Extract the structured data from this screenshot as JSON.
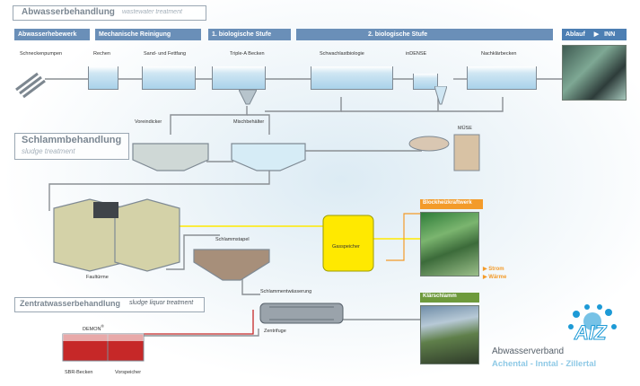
{
  "title": {
    "main": "Abwasserbehandlung",
    "sub": "wastewater treatment"
  },
  "stages": {
    "s1": "Abwasserhebewerk",
    "s2": "Mechanische Reinigung",
    "s3": "1. biologische Stufe",
    "s4": "2. biologische Stufe",
    "s5": "Ablauf",
    "s5_arrow": "▶",
    "s5_river": "INN"
  },
  "units": {
    "schneckenpumpen": "Schneckenpumpen",
    "rechen": "Rechen",
    "sandfett": "Sand- und Fettfang",
    "triplea": "Triple-A Becken",
    "schwachlast": "Schwachlastbiologie",
    "inDense": "inDENSE",
    "nachklaer": "Nachklärbecken",
    "voreindicker": "Voreindicker",
    "mischbehaelter": "Mischbehälter",
    "muese": "MÜSE",
    "schlammstapel": "Schlammstapel",
    "gasspeicher": "Gasspeicher",
    "faultuerme": "Faultürme",
    "schlammentwaesserung": "Schlammentwässerung",
    "zentrifuge": "Zentrifuge",
    "demon": "DEMON",
    "demon_mark": "®",
    "sbr": "SBR-Becken",
    "vorspeicher": "Vorspeicher"
  },
  "sludge": {
    "title": "Schlammbehandlung",
    "sub": "sludge treatment"
  },
  "centrate": {
    "title": "Zentratwasserbehandlung",
    "sub": "sludge liquor treatment"
  },
  "bhkw": {
    "label": "Blockheizkraftwerk"
  },
  "outputs": {
    "arrow": "▶",
    "strom": "Strom",
    "waerme": "Wärme"
  },
  "klaerschlamm": {
    "label": "Klärschlamm"
  },
  "logo": {
    "org": "Abwasserverband",
    "mark": "AIZ",
    "regions": "Achental - Inntal - Zillertal"
  },
  "colors": {
    "header_blue": "#6a8fb8",
    "orange": "#f39b2a",
    "gas_yellow": "#ffe900",
    "water": "#a9d2ea"
  }
}
